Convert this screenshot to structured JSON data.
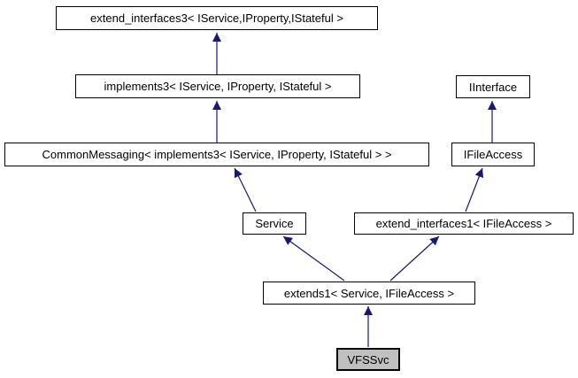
{
  "diagram": {
    "type": "class-inheritance-graph",
    "focus_node": "VFSSvc",
    "nodes": [
      {
        "id": "extend_interfaces3",
        "label": "extend_interfaces3< IService,IProperty,IStateful >",
        "highlighted": false
      },
      {
        "id": "implements3",
        "label": "implements3< IService, IProperty, IStateful >",
        "highlighted": false
      },
      {
        "id": "common_messaging",
        "label": "CommonMessaging< implements3< IService, IProperty, IStateful > >",
        "highlighted": false
      },
      {
        "id": "iinterface",
        "label": "IInterface",
        "highlighted": false
      },
      {
        "id": "ifileaccess",
        "label": "IFileAccess",
        "highlighted": false
      },
      {
        "id": "service",
        "label": "Service",
        "highlighted": false
      },
      {
        "id": "extend_interfaces1",
        "label": "extend_interfaces1< IFileAccess >",
        "highlighted": false
      },
      {
        "id": "extends1",
        "label": "extends1< Service, IFileAccess >",
        "highlighted": false
      },
      {
        "id": "vfssvc",
        "label": "VFSSvc",
        "highlighted": true
      }
    ],
    "edges": [
      {
        "from": "implements3",
        "to": "extend_interfaces3"
      },
      {
        "from": "common_messaging",
        "to": "implements3"
      },
      {
        "from": "ifileaccess",
        "to": "iinterface"
      },
      {
        "from": "service",
        "to": "common_messaging"
      },
      {
        "from": "extend_interfaces1",
        "to": "ifileaccess"
      },
      {
        "from": "extends1",
        "to": "service"
      },
      {
        "from": "extends1",
        "to": "extend_interfaces1"
      },
      {
        "from": "vfssvc",
        "to": "extends1"
      }
    ],
    "colors": {
      "arrow": "#191970",
      "node_border": "#000000",
      "node_fill": "#ffffff",
      "highlight_fill": "#c0c0c0",
      "text": "#000000",
      "background": "#ffffff"
    }
  }
}
